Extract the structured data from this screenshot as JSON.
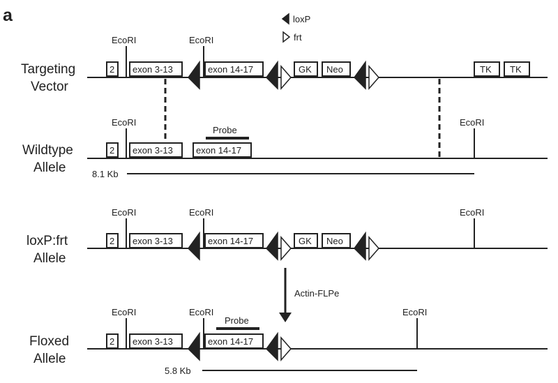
{
  "panel_label": "a",
  "legend": {
    "loxp": "loxP",
    "frt": "frt"
  },
  "rows": {
    "targeting": {
      "label_line1": "Targeting",
      "label_line2": "Vector"
    },
    "wildtype": {
      "label_line1": "Wildtype",
      "label_line2": "Allele"
    },
    "loxpfrt": {
      "label_line1": "loxP:frt",
      "label_line2": "Allele"
    },
    "floxed": {
      "label_line1": "Floxed",
      "label_line2": "Allele"
    }
  },
  "site_label": "EcoRI",
  "boxes": {
    "exon2": "2",
    "exon3_13": "exon 3-13",
    "exon14_17": "exon 14-17",
    "gk": "GK",
    "neo": "Neo",
    "tk": "TK"
  },
  "probe_label": "Probe",
  "fragments": {
    "wildtype": "8.1 Kb",
    "floxed": "5.8 Kb"
  },
  "arrow_label": "Actin-FLPe"
}
